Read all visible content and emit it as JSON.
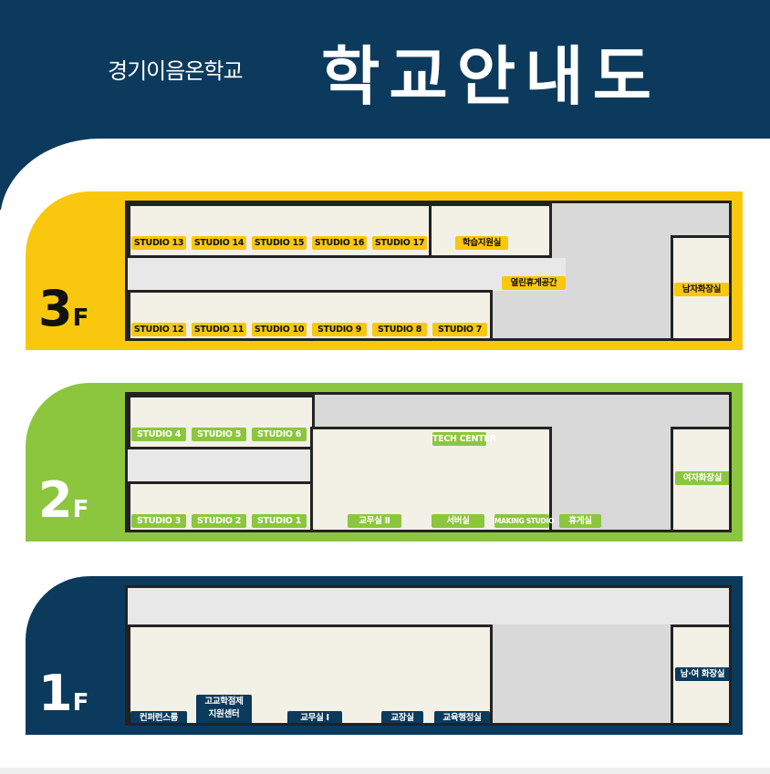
{
  "header": {
    "logo_text": "경기이음온학교",
    "title": "학교안내도",
    "color": "#0b3a5c"
  },
  "floors": [
    {
      "name": "3F",
      "number": "3",
      "unit": "F",
      "color": "#f9c80e",
      "rooms": [
        "STUDIO 13",
        "STUDIO 14",
        "STUDIO 15",
        "STUDIO 16",
        "STUDIO 17",
        "학습지원실",
        "STUDIO 12",
        "STUDIO 11",
        "STUDIO 10",
        "STUDIO 9",
        "STUDIO 8",
        "STUDIO 7",
        "열린휴게공간",
        "남자화장실"
      ]
    },
    {
      "name": "2F",
      "number": "2",
      "unit": "F",
      "color": "#8cc63f",
      "rooms": [
        "STUDIO 4",
        "STUDIO 5",
        "STUDIO 6",
        "STUDIO 3",
        "STUDIO 2",
        "STUDIO 1",
        "교무실 Ⅱ",
        "TECH CENTER",
        "서버실",
        "MAKING STUDIO",
        "휴게실",
        "여자화장실"
      ]
    },
    {
      "name": "1F",
      "number": "1",
      "unit": "F",
      "color": "#0b3a5c",
      "rooms": [
        "컨퍼런스룸",
        "고교학점제 지원센터",
        "교무실 Ⅰ",
        "교장실",
        "교육행정실",
        "남·여 화장실"
      ]
    }
  ]
}
